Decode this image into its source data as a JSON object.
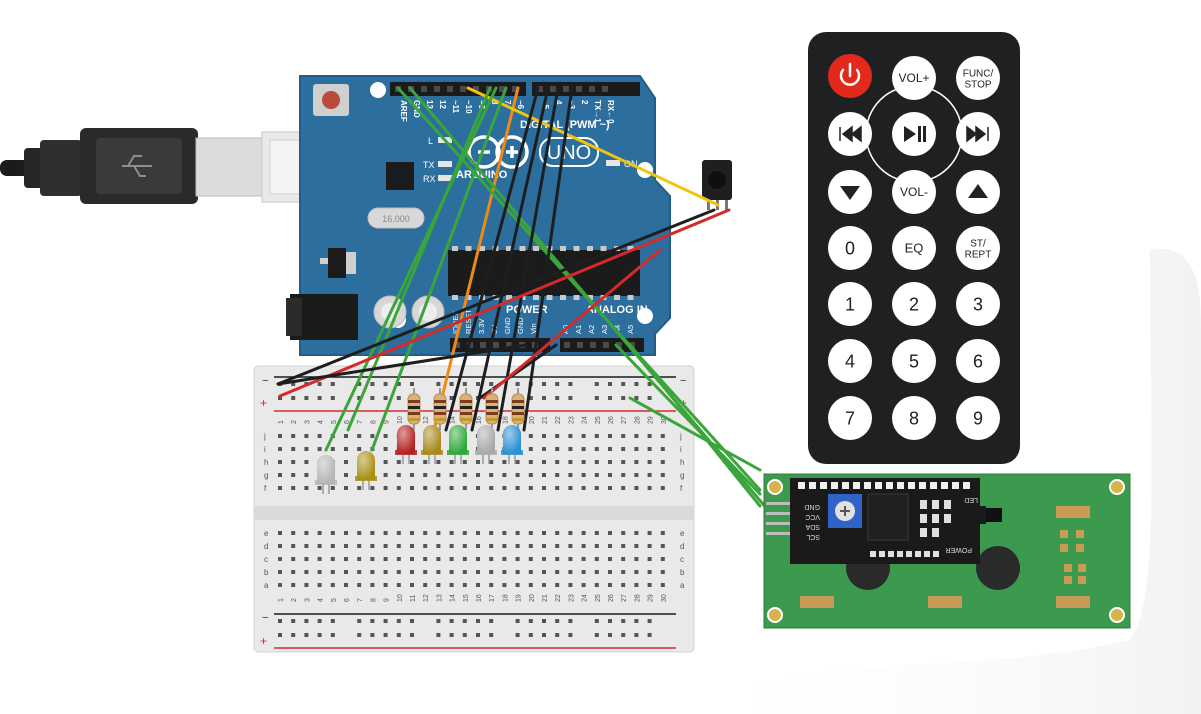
{
  "arduino": {
    "brand": "ARDUINO",
    "model": "UNO",
    "digital_label": "DIGITAL (PWM ~)",
    "power_label": "POWER",
    "analog_label": "ANALOG IN",
    "led_l": "L",
    "led_tx": "TX",
    "led_rx": "RX",
    "led_on": "ON",
    "crystal": "16.000",
    "digital_pins": [
      "AREF",
      "GND",
      "13",
      "12",
      "~11",
      "~10",
      "~9",
      "8",
      "7",
      "~6",
      "~5",
      "4",
      "~3",
      "2",
      "TX→1",
      "RX←0"
    ],
    "power_pins": [
      "IOREF",
      "RESET",
      "3.3V",
      "5V",
      "GND",
      "GND",
      "Vin"
    ],
    "analog_pins": [
      "A0",
      "A1",
      "A2",
      "A3",
      "A4",
      "A5"
    ]
  },
  "breadboard": {
    "rows_top": [
      "j",
      "i",
      "h",
      "g",
      "f"
    ],
    "rows_bottom": [
      "e",
      "d",
      "c",
      "b",
      "a"
    ],
    "columns": [
      "1",
      "2",
      "3",
      "4",
      "5",
      "6",
      "7",
      "8",
      "9",
      "10",
      "11",
      "12",
      "13",
      "14",
      "15",
      "16",
      "17",
      "18",
      "19",
      "20",
      "21",
      "22",
      "23",
      "24",
      "25",
      "26",
      "27",
      "28",
      "29",
      "30"
    ],
    "rail_minus": "−",
    "rail_plus": "+"
  },
  "lcd_module": {
    "pins": [
      "GND",
      "VCC",
      "SDA",
      "SCL"
    ],
    "led_label": "LED",
    "power_label": "POWER"
  },
  "remote": {
    "buttons": [
      "POWER",
      "VOL+",
      "FUNC/\nSTOP",
      "⏮",
      "⏯",
      "⏭",
      "▼",
      "VOL-",
      "▲",
      "0",
      "EQ",
      "ST/\nREPT",
      "1",
      "2",
      "3",
      "4",
      "5",
      "6",
      "7",
      "8",
      "9"
    ],
    "labels": {
      "vol_plus": "VOL+",
      "func_stop": "FUNC/",
      "func_stop2": "STOP",
      "vol_minus": "VOL-",
      "eq": "EQ",
      "st": "ST/",
      "rept": "REPT",
      "digits": [
        "0",
        "1",
        "2",
        "3",
        "4",
        "5",
        "6",
        "7",
        "8",
        "9"
      ]
    }
  },
  "colors": {
    "arduino_blue": "#2b6c9c",
    "wire_green": "#3aa53a",
    "wire_black": "#1e1e1e",
    "wire_red": "#d42a2a",
    "wire_orange": "#ef8a17",
    "wire_yellow": "#f1c40f",
    "lcd_green": "#3c9a4f",
    "remote_body": "#1f2021",
    "power_button": "#e3281c"
  },
  "leds": [
    {
      "color": "#b6b6b6",
      "name": "white"
    },
    {
      "color": "#a89114",
      "name": "yellow"
    },
    {
      "color": "#b32222",
      "name": "red"
    },
    {
      "color": "#a8891c",
      "name": "amber"
    },
    {
      "color": "#2fa83a",
      "name": "green"
    },
    {
      "color": "#a9a9a9",
      "name": "grey"
    },
    {
      "color": "#2a8fd4",
      "name": "blue"
    }
  ]
}
